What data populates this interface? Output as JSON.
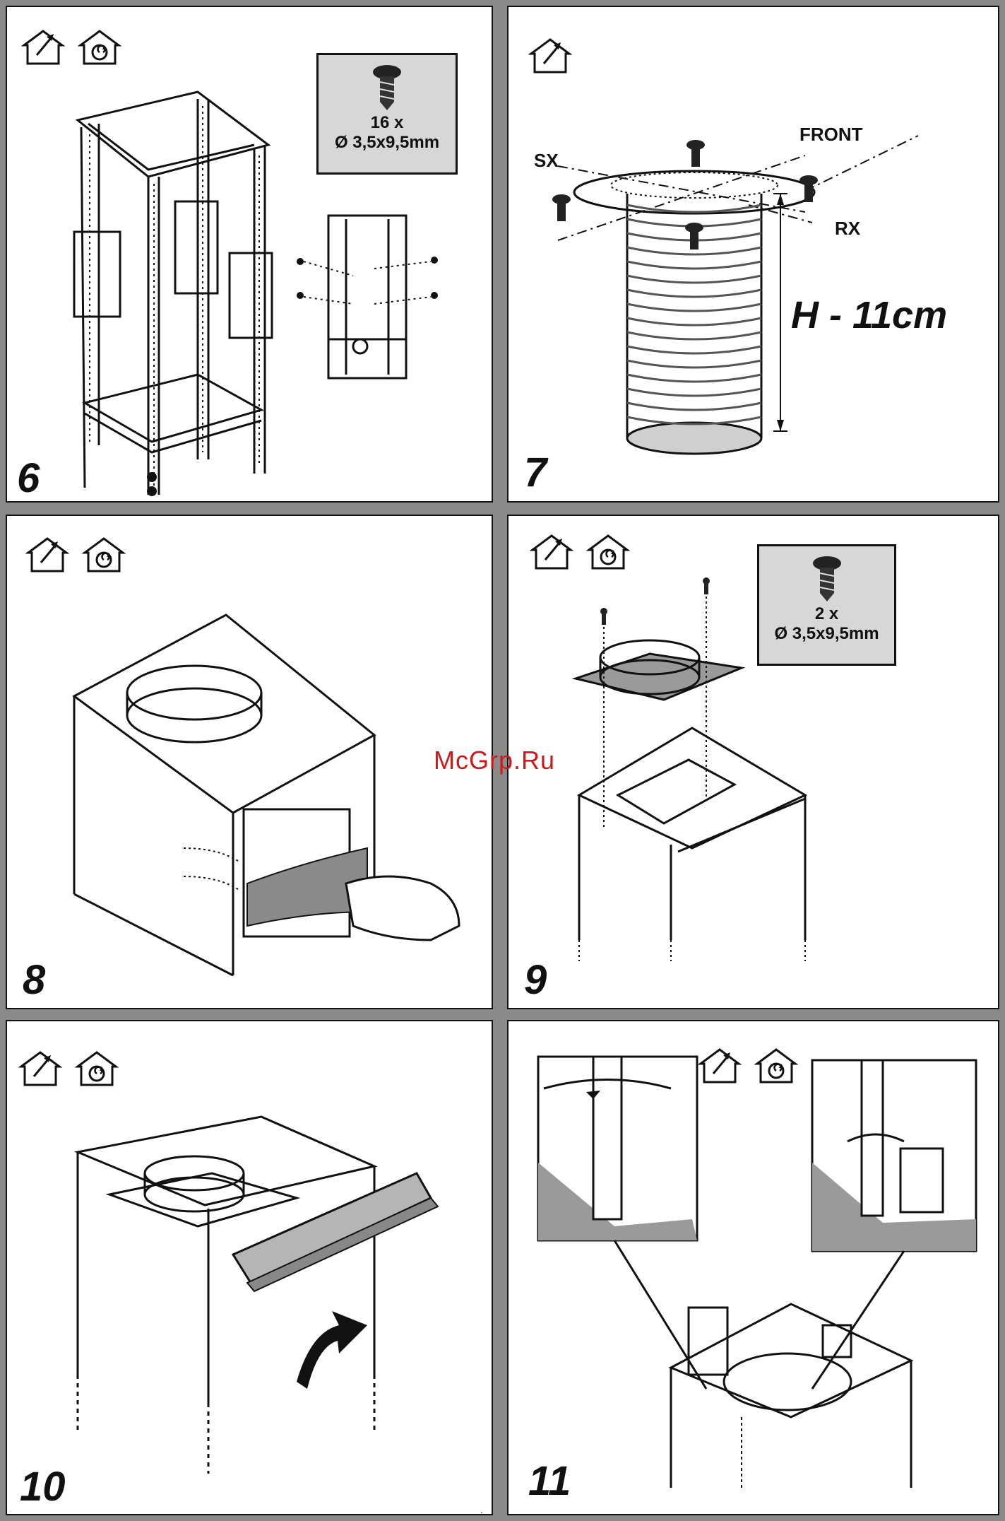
{
  "watermark": "McGrp.Ru",
  "icons": {
    "ducted": "ducted-exhaust-icon",
    "recirc": "recirculation-icon"
  },
  "panels": [
    {
      "step": "6",
      "screws": {
        "qty": "16 x",
        "size": "Ø 3,5x9,5mm"
      }
    },
    {
      "step": "7",
      "labels": {
        "front": "FRONT",
        "sx": "SX",
        "rx": "RX",
        "height": "H - 11cm"
      }
    },
    {
      "step": "8"
    },
    {
      "step": "9",
      "screws": {
        "qty": "2 x",
        "size": "Ø 3,5x9,5mm"
      }
    },
    {
      "step": "10"
    },
    {
      "step": "11"
    }
  ],
  "footer_mark": "."
}
